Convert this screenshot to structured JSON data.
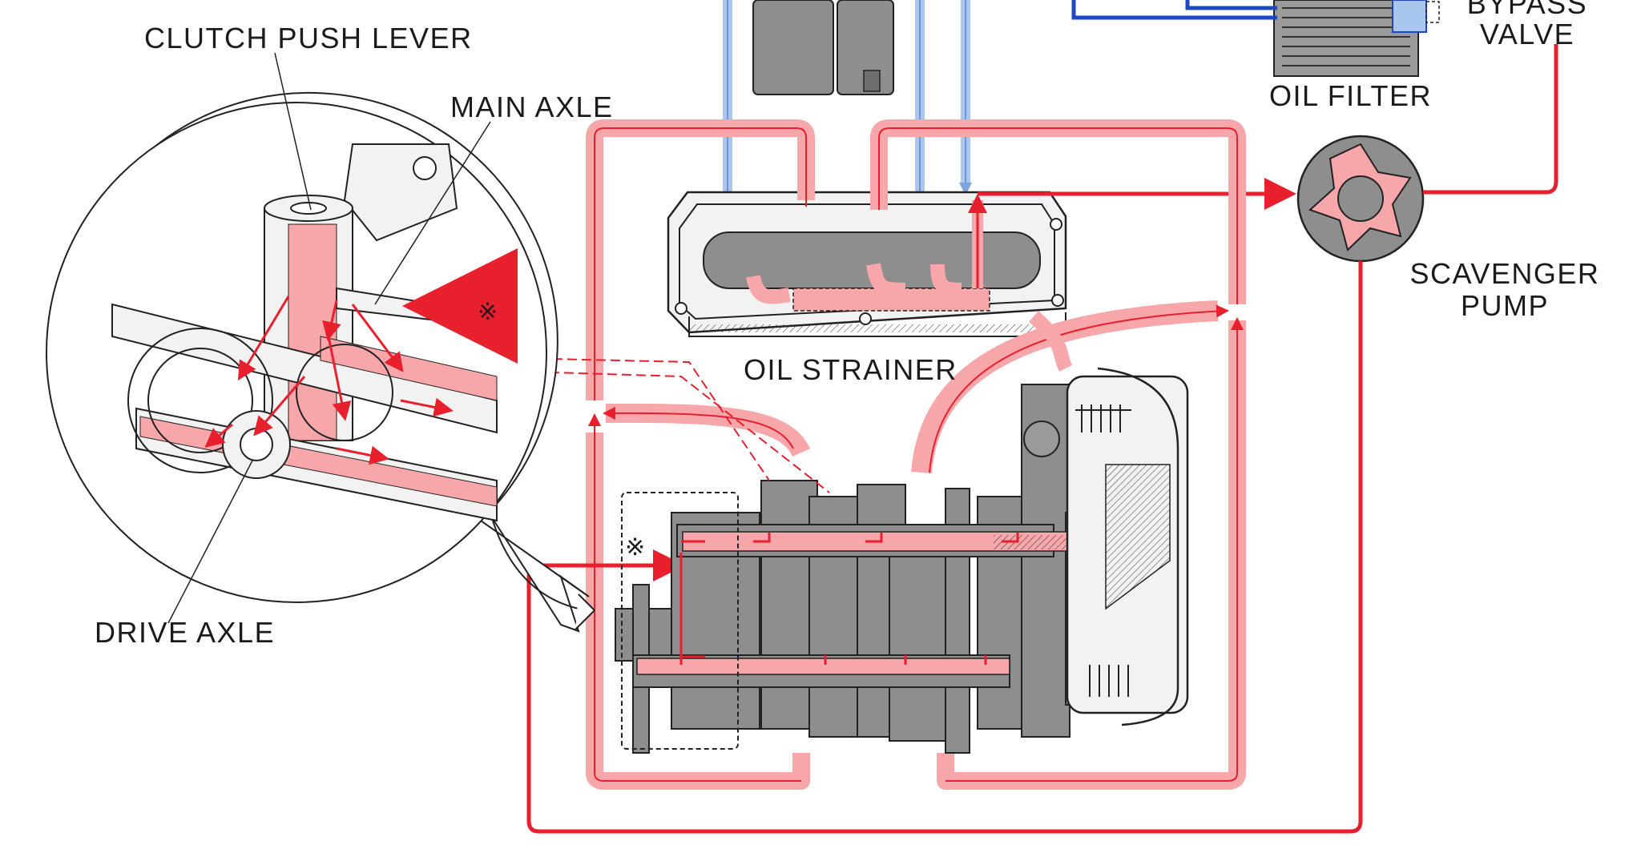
{
  "labels": {
    "clutch_push_lever": "CLUTCH PUSH LEVER",
    "main_axle": "MAIN AXLE",
    "drive_axle": "DRIVE AXLE",
    "oil_strainer": "OIL STRAINER",
    "oil_filter": "OIL FILTER",
    "bypass_valve_line1": "BYPASS",
    "bypass_valve_line2": "VALVE",
    "scavenger_pump_line1": "SCAVENGER",
    "scavenger_pump_line2": "PUMP",
    "reference_mark": "※"
  },
  "colors": {
    "oil_flow": "#e8202e",
    "oil_flow_fill": "#f7a6aa",
    "filtered_oil": "#1f48c4",
    "oil_supply": "#a9c6ee",
    "metal_part": "#8e8e8e",
    "outline": "#222222"
  }
}
